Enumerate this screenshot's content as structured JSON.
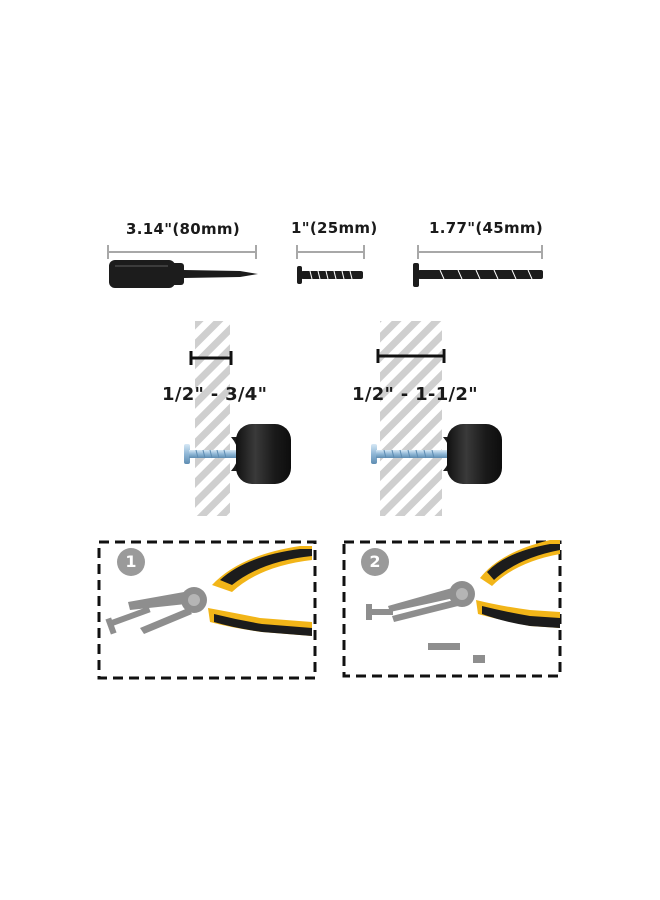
{
  "screw_lengths": {
    "screwdriver": "3.14\"(80mm)",
    "short_screw": "1\"(25mm)",
    "long_screw": "1.77\"(45mm)"
  },
  "thickness_ranges": {
    "short": "1/2\" - 3/4\"",
    "long": "1/2\" - 1-1/2\""
  },
  "steps": [
    "1",
    "2"
  ],
  "colors": {
    "dark": "#1c1c1c",
    "grey_line": "#a8a8a8",
    "stripe": "#c8c8c8",
    "screw_blue": "#9ec3de",
    "plier_yellow": "#f2b518",
    "plier_grey": "#8e8e8e",
    "badge_grey": "#9a9a9a"
  },
  "icons": [
    "screwdriver-icon",
    "short-screw-icon",
    "long-screw-icon",
    "knob-icon",
    "pliers-icon"
  ]
}
